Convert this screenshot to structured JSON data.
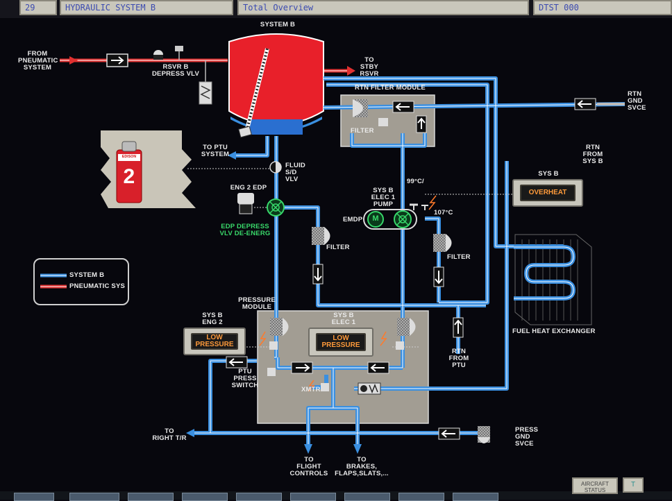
{
  "header": {
    "page_number": "29",
    "page_title": "HYDRAULIC SYSTEM B",
    "view_title": "Total Overview",
    "ident": "DTST 000"
  },
  "labels": {
    "from_pneumatic": "FROM\nPNEUMATIC\nSYSTEM",
    "system_b": "SYSTEM B",
    "rsvr_depress": "RSVR B\nDEPRESS VLV",
    "to_stby_rsvr": "TO\nSTBY\nRSVR",
    "rtn_filter_module": "RTN FILTER MODULE",
    "filter": "FILTER",
    "rtn_gnd_svce": "RTN\nGND\nSVCE",
    "rtn_from_sys_b": "RTN\nFROM\nSYS B",
    "to_ptu_system": "TO  PTU\nSYSTEM",
    "fluid_sd_vlv": "FLUID\nS/D\nVLV",
    "eng2_edp": "ENG 2 EDP",
    "edp_depress": "EDP DEPRESS\nVLV DE-ENERG",
    "temp_99": "99°C/",
    "sys_b_elec1_pump": "SYS B\nELEC 1\nPUMP",
    "emdp": "EMDP",
    "motor_m": "M",
    "temp_107": "107°C",
    "sys_b_overheat": "SYS B",
    "filter_left": "FILTER",
    "filter_right": "FILTER",
    "fuel_heat_exchanger": "FUEL HEAT EXCHANGER",
    "pressure_module": "PRESSURE\nMODULE",
    "sys_b_eng2": "SYS B\nENG 2",
    "sys_b_elec1": "SYS B\nELEC 1",
    "ptu_press_switch": "PTU\nPRESS\nSWITCH",
    "xmtr": "XMTR",
    "rtn_from_ptu": "RTN\nFROM\nPTU",
    "to_right_tr": "TO\nRIGHT T/R",
    "to_flight_controls": "TO\nFLIGHT\nCONTROLS",
    "to_brakes": "TO\nBRAKES,\nFLAPS,SLATS,...",
    "press_gnd_svce": "PRESS\nGND\nSVCE",
    "extinguisher_number": "2",
    "extinguisher_brand": "EDISON"
  },
  "annunciators": {
    "overheat": "OVERHEAT",
    "low_pressure_eng2": "LOW\nPRESSURE",
    "low_pressure_elec1": "LOW\nPRESSURE"
  },
  "legend": {
    "items": [
      {
        "label": "SYSTEM B",
        "color": "#3a8fe0"
      },
      {
        "label": "PNEUMATIC SYS",
        "color": "#e03030"
      }
    ]
  },
  "footer": {
    "aircraft_status": "AIRCRAFT\nSTATUS",
    "t_button": "T"
  },
  "colors": {
    "hydraulic_line": "#3a8fe0",
    "pneumatic_line": "#e03030",
    "reservoir_fill": "#e8202a",
    "module_fill": "#9a958c",
    "annunciator_text": "#ff9a3a",
    "valve_green": "#37d66a"
  }
}
